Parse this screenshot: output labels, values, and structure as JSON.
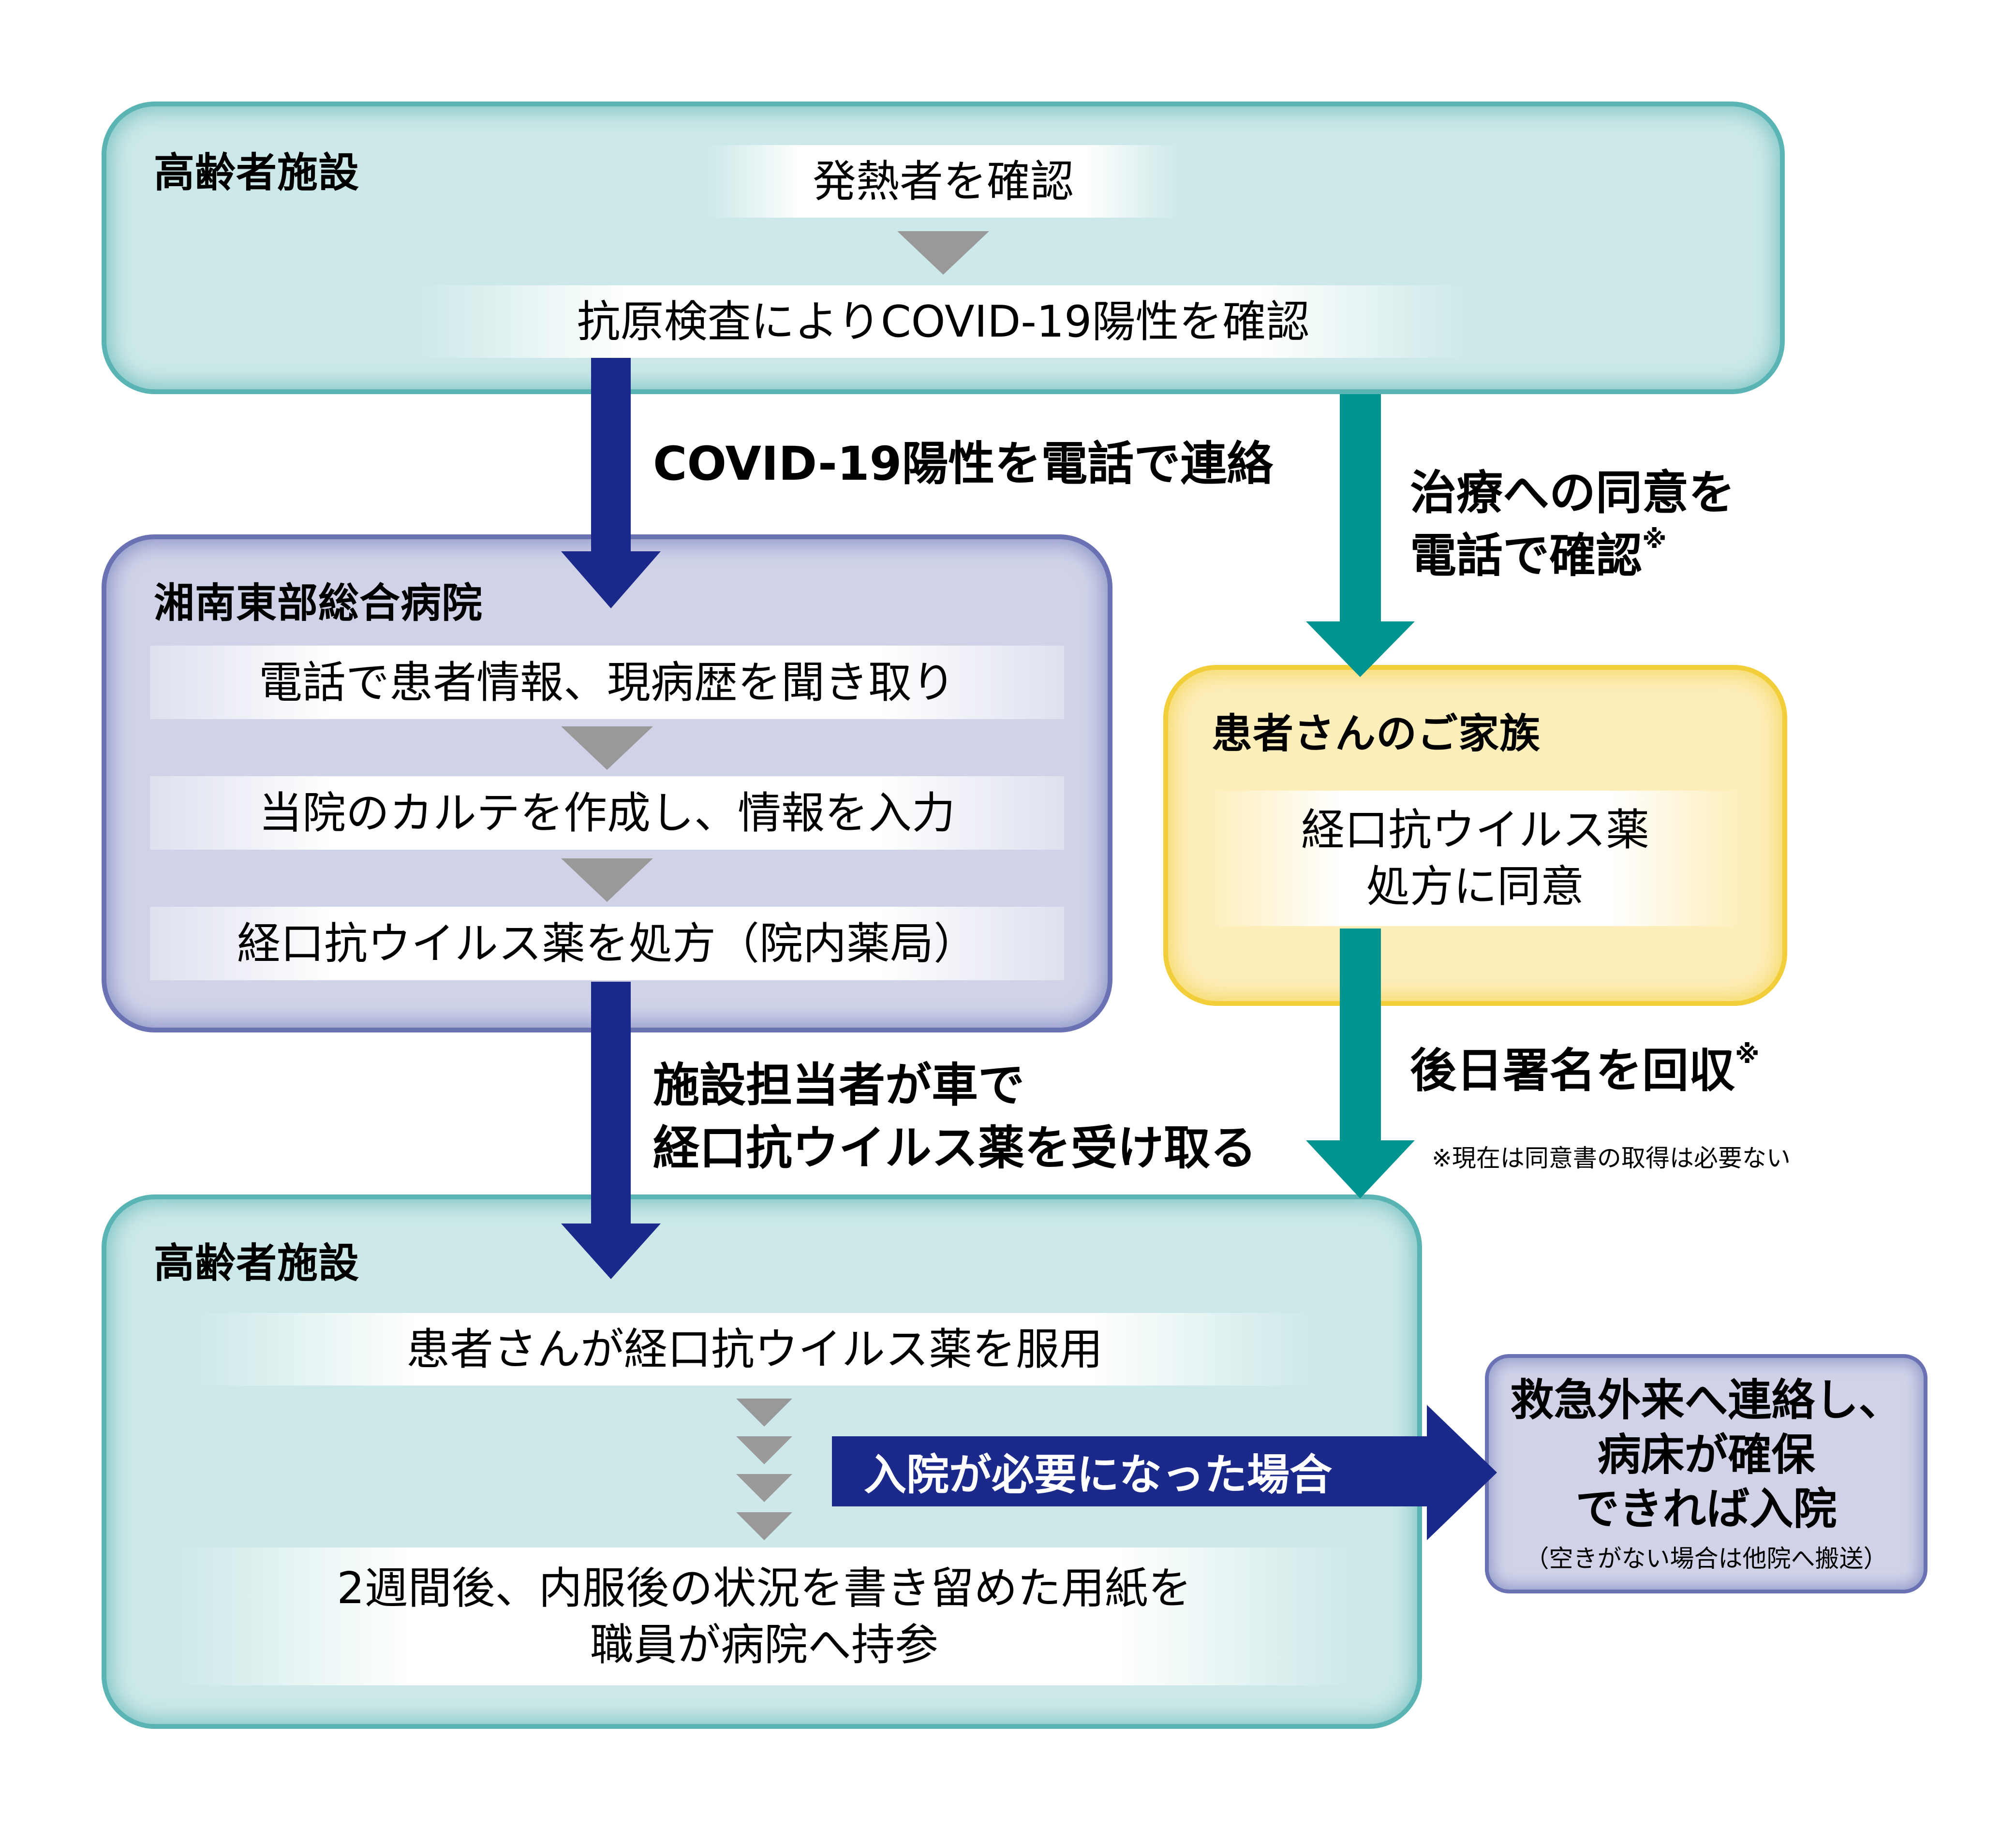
{
  "colors": {
    "navy_arrow": "#1b2a8a",
    "teal_arrow": "#009490",
    "facility_box": "#cce8e8",
    "hospital_box": "#d0d3e8",
    "family_box": "#fdeeba",
    "step_triangle": "#999999"
  },
  "facility_top": {
    "title": "高齢者施設",
    "steps": [
      "発熱者を確認",
      "抗原検査によりCOVID-19陽性を確認"
    ]
  },
  "arrow_to_hospital": {
    "label": "COVID-19陽性を電話で連絡"
  },
  "arrow_to_family": {
    "label_line1": "治療への同意を",
    "label_line2": "電話で確認",
    "mark": "※"
  },
  "hospital": {
    "title": "湘南東部総合病院",
    "steps": [
      "電話で患者情報、現病歴を聞き取り",
      "当院のカルテを作成し、情報を入力",
      "経口抗ウイルス薬を処方（院内薬局）"
    ]
  },
  "family": {
    "title": "患者さんのご家族",
    "step_line1": "経口抗ウイルス薬",
    "step_line2": "処方に同意"
  },
  "arrow_hospital_to_facility": {
    "label_line1": "施設担当者が車で",
    "label_line2": "経口抗ウイルス薬を受け取る"
  },
  "arrow_family_to_facility": {
    "label": "後日署名を回収",
    "mark": "※"
  },
  "footnote": "※現在は同意書の取得は必要ない",
  "facility_bottom": {
    "title": "高齢者施設",
    "steps": [
      "患者さんが経口抗ウイルス薬を服用",
      "2週間後、内服後の状況を書き留めた用紙を",
      "職員が病院へ持参"
    ]
  },
  "hospitalization_banner": {
    "label": "入院が必要になった場合"
  },
  "emergency": {
    "line1": "救急外来へ連絡し、",
    "line2": "病床が確保",
    "line3": "できれば入院",
    "note": "（空きがない場合は他院へ搬送）"
  }
}
